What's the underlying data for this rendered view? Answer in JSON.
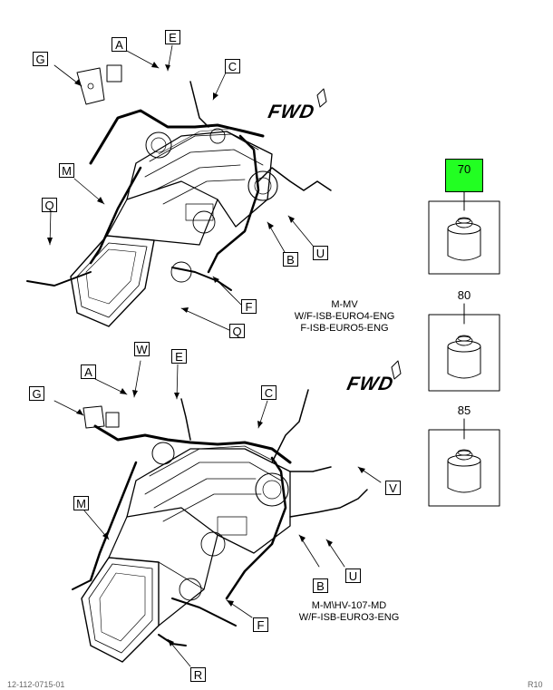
{
  "top_assembly": {
    "callouts": {
      "A": "A",
      "E": "E",
      "G": "G",
      "C": "C",
      "M": "M",
      "Q1": "Q",
      "B": "B",
      "U": "U",
      "F": "F",
      "Q2": "Q"
    },
    "fwd": "FWD",
    "caption": [
      "M-MV",
      "W/F-ISB-EURO4-ENG",
      "F-ISB-EURO5-ENG"
    ]
  },
  "bottom_assembly": {
    "callouts": {
      "W": "W",
      "A": "A",
      "E": "E",
      "G": "G",
      "C": "C",
      "V": "V",
      "M": "M",
      "B": "B",
      "U": "U",
      "F": "F",
      "R": "R"
    },
    "fwd": "FWD",
    "caption": [
      "M-M\\HV-107-MD",
      "W/F-ISB-EURO3-ENG"
    ]
  },
  "parts": {
    "p70": "70",
    "p80": "80",
    "p85": "85",
    "highlight_color": "#22ff22"
  },
  "footer": {
    "left": "12-112-0715-01",
    "right": "R10"
  }
}
